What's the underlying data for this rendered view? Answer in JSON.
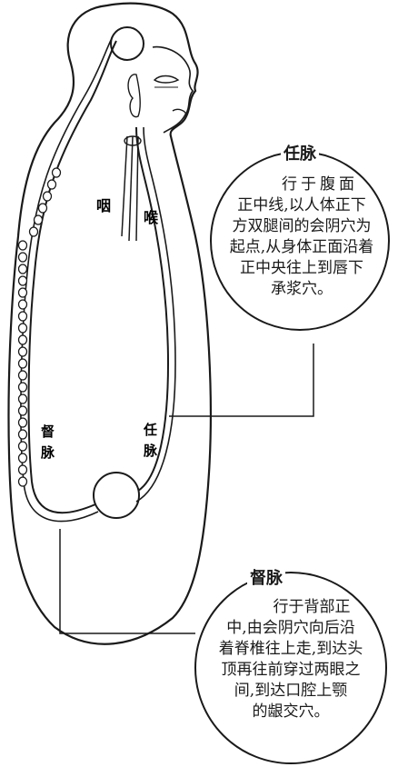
{
  "labels": {
    "yan": "咽",
    "hou": "喉",
    "du_short_1": "督",
    "du_short_2": "脉",
    "ren_short_1": "任",
    "ren_short_2": "脉"
  },
  "ren_box": {
    "title": "任脉",
    "lines": [
      "行于腹面",
      "正中线,以人体正下",
      "方双腿间的会阴穴为",
      "起点,从身体正面沿着",
      "正中央往上到唇下",
      "承浆穴。"
    ]
  },
  "du_box": {
    "title": "督脉",
    "lines": [
      "行于背部正",
      "中,由会阴穴向后沿",
      "着脊椎往上走,到达头",
      "顶再往前穿过两眼之",
      "间,到达口腔上颚",
      "的龈交穴。"
    ]
  }
}
